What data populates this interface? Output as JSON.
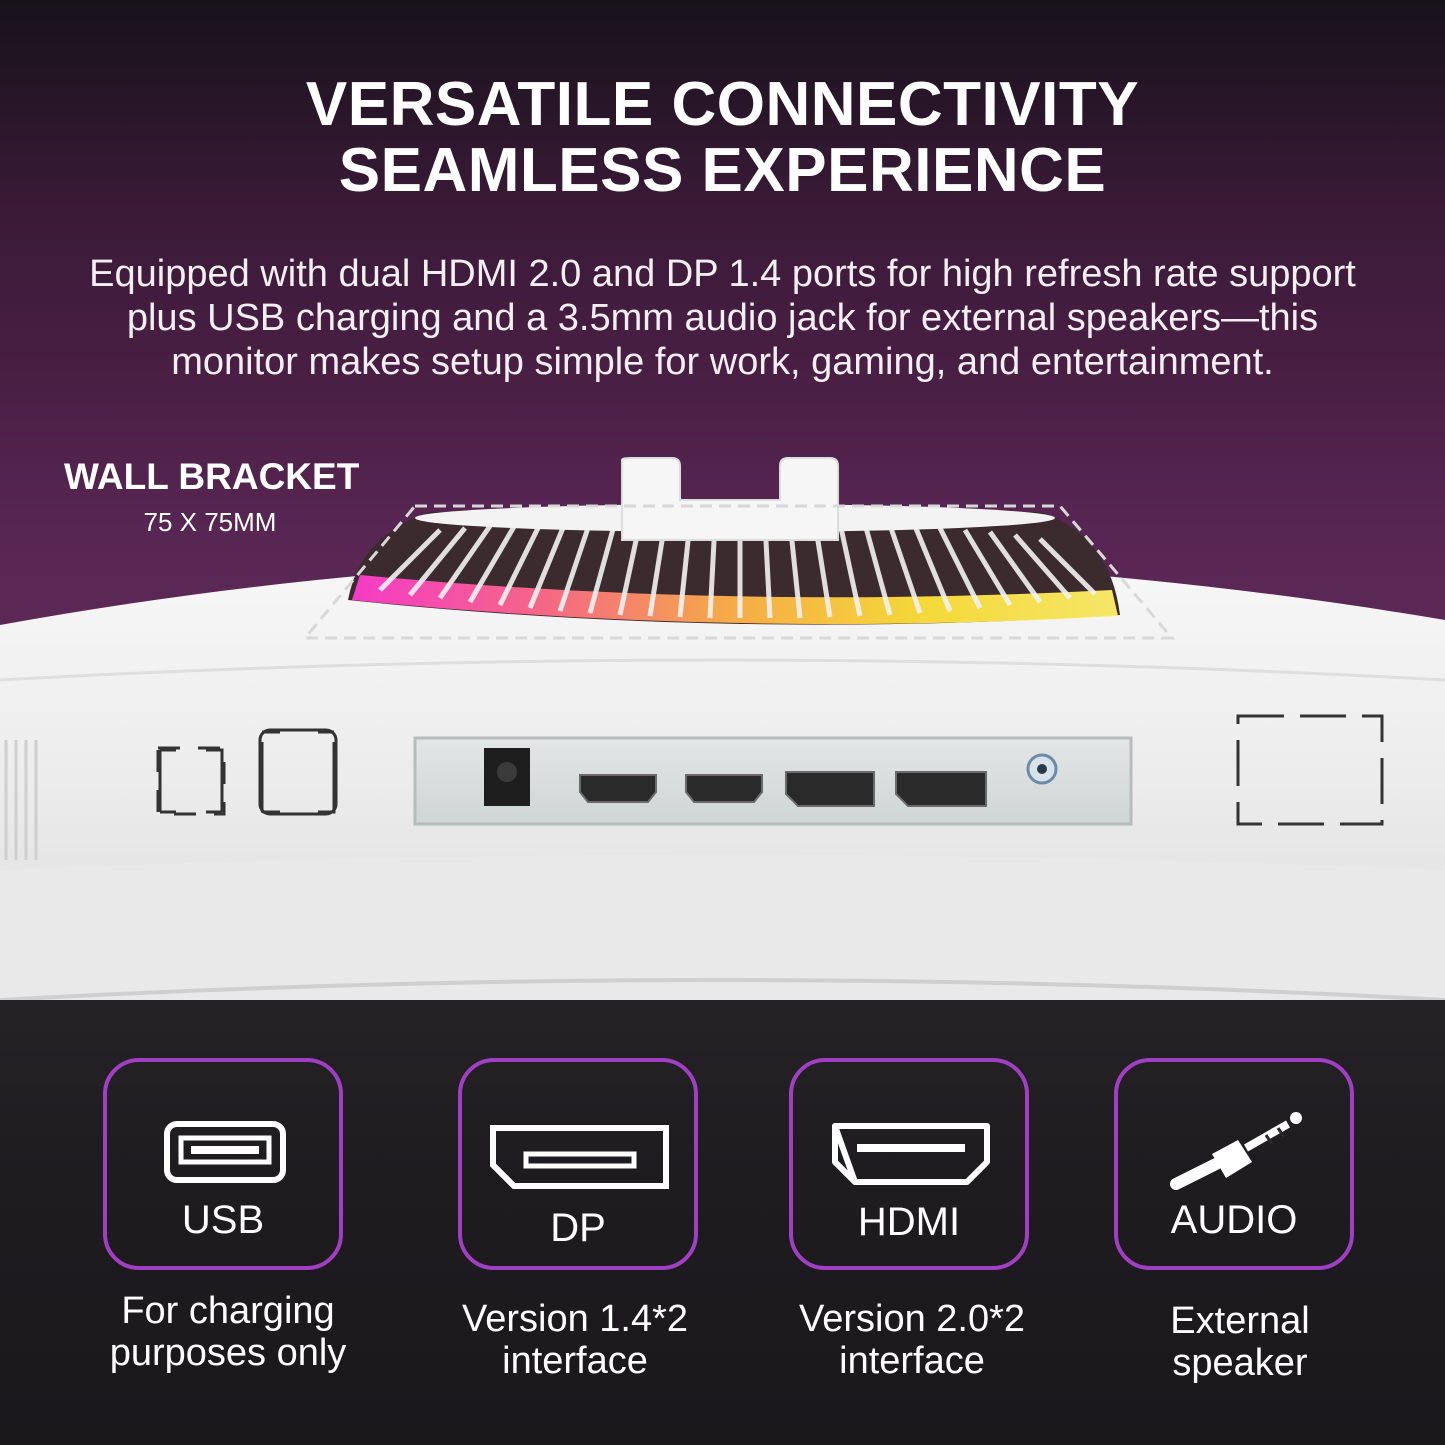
{
  "headline": {
    "line1": "VERSATILE CONNECTIVITY",
    "line2": "SEAMLESS EXPERIENCE"
  },
  "description": {
    "line1": "Equipped with dual HDMI 2.0 and DP 1.4 ports for high refresh rate support",
    "line2": "plus USB charging and a 3.5mm audio jack for external speakers—this",
    "line3": "monitor makes setup simple for work, gaming, and entertainment."
  },
  "wall_bracket": {
    "title": "WALL BRACKET",
    "size": "75 X 75MM"
  },
  "ports": [
    {
      "label": "USB",
      "icon": "usb-icon",
      "caption1": "For charging",
      "caption2": "purposes only"
    },
    {
      "label": "DP",
      "icon": "displayport-icon",
      "caption1": "Version 1.4*2",
      "caption2": "interface"
    },
    {
      "label": "HDMI",
      "icon": "hdmi-icon",
      "caption1": "Version 2.0*2",
      "caption2": "interface"
    },
    {
      "label": "AUDIO",
      "icon": "audio-jack-icon",
      "caption1": "External",
      "caption2": "speaker"
    }
  ],
  "colors": {
    "card_border": "#a13fc4",
    "background_top": "#4a1f45",
    "background_bottom": "#1e1c1f"
  }
}
